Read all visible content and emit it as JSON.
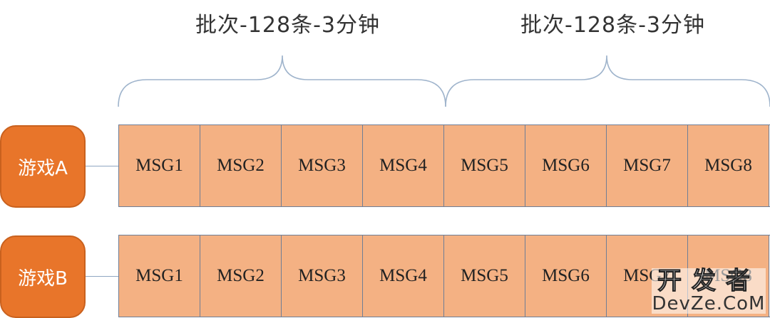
{
  "batches": [
    {
      "label": "批次-128条-3分钟"
    },
    {
      "label": "批次-128条-3分钟"
    }
  ],
  "rows": [
    {
      "game": "游戏A",
      "messages": [
        "MSG1",
        "MSG2",
        "MSG3",
        "MSG4",
        "MSG5",
        "MSG6",
        "MSG7",
        "MSG8"
      ]
    },
    {
      "game": "游戏B",
      "messages": [
        "MSG1",
        "MSG2",
        "MSG3",
        "MSG4",
        "MSG5",
        "MSG6",
        "MSG7",
        "MSG8"
      ]
    }
  ],
  "colors": {
    "game_box": "#E8752A",
    "msg_cell": "#F4B183",
    "cell_border": "#6F7E96",
    "brace": "#9FB4CC"
  },
  "watermark": {
    "cn": "开发者",
    "en": "DevZe.CoM"
  }
}
